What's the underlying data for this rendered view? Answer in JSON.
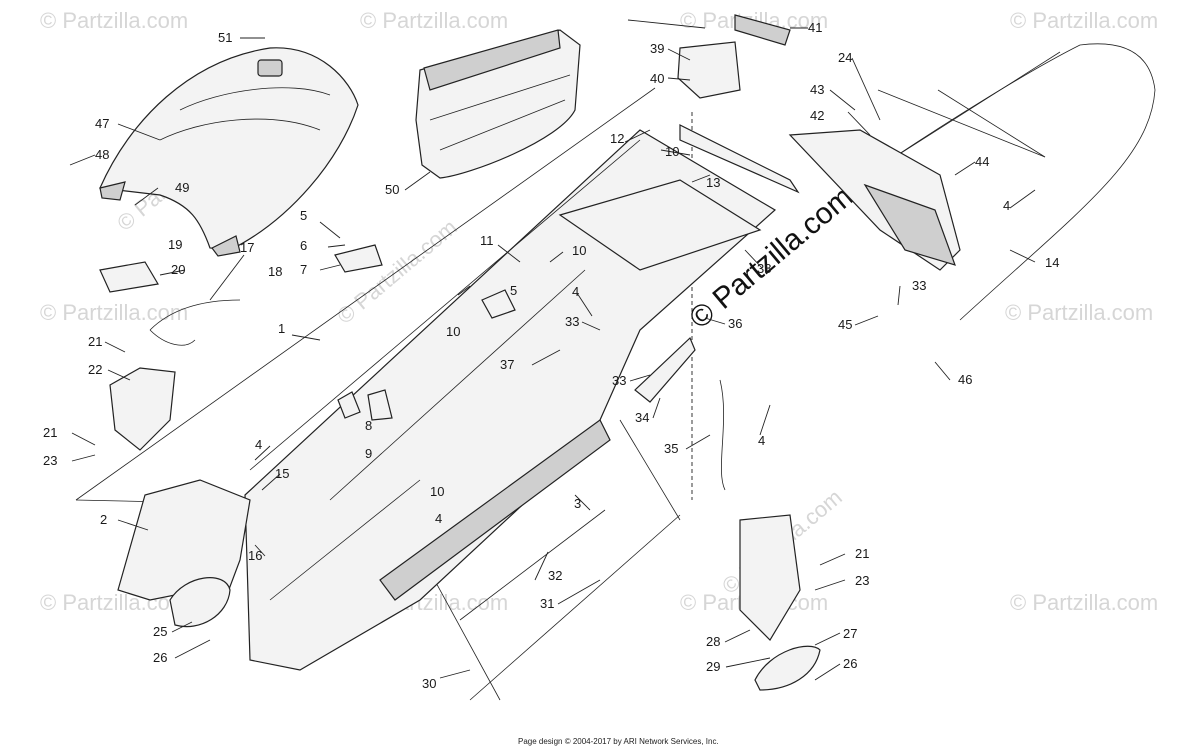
{
  "diagram": {
    "footer": "Page design © 2004-2017 by ARI Network Services, Inc.",
    "watermark_text": "© Partzilla.com",
    "callouts": [
      "51",
      "47",
      "48",
      "49",
      "50",
      "19",
      "20",
      "17",
      "18",
      "21",
      "22",
      "21",
      "23",
      "1",
      "5",
      "6",
      "7",
      "8",
      "9",
      "10",
      "11",
      "10",
      "5",
      "4",
      "33",
      "37",
      "10",
      "12",
      "13",
      "39",
      "40",
      "41",
      "24",
      "43",
      "42",
      "44",
      "38",
      "36",
      "33",
      "34",
      "35",
      "4",
      "14",
      "4",
      "33",
      "45",
      "46",
      "4",
      "15",
      "2",
      "16",
      "25",
      "26",
      "10",
      "4",
      "3",
      "32",
      "31",
      "30",
      "21",
      "23",
      "28",
      "27",
      "29",
      "26"
    ]
  }
}
